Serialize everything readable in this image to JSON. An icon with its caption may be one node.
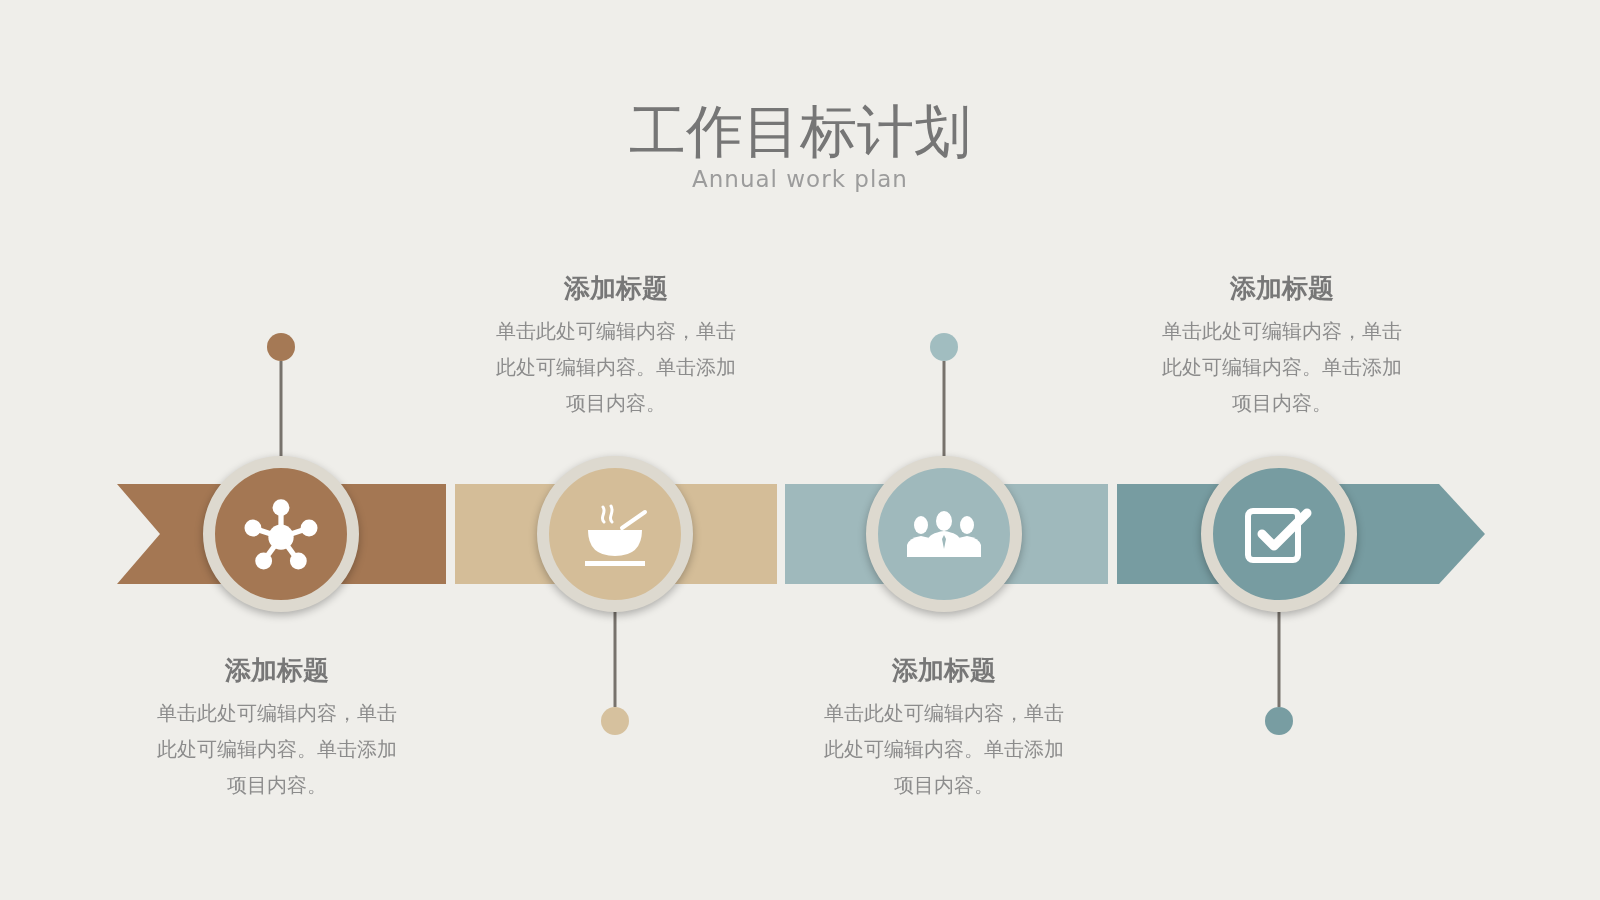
{
  "diagram": {
    "title": "工作目标计划",
    "nodes": [
      {
        "text": [],
        "shape": "circle",
        "beside": [
          "添加标题",
          "单击此处可编辑内容，单击此处可编辑内容。单击添加项目内容。"
        ]
      },
      {
        "text": [],
        "shape": "circle"
      },
      {
        "text": [],
        "shape": "circle",
        "beside": [
          "添加标题",
          "单击此处可编辑内容，单击此处可编辑内容。单击添加项目内容。"
        ]
      },
      {
        "text": [],
        "shape": "circle"
      },
      {
        "text": [],
        "shape": "circle",
        "beside": [
          "添加标题",
          "单击此处可编辑内容，单击此处可编辑内容。单击添加项目内容。"
        ]
      },
      {
        "text": [],
        "shape": "circle"
      },
      {
        "text": [],
        "shape": "circle",
        "beside": [
          "添加标题",
          "单击此处可编辑内容，单击此处可编辑内容。单击添加项目内容。"
        ]
      },
      {
        "text": [],
        "shape": "circle"
      }
    ],
    "edges": [
      {
        "from": 0,
        "to": 1,
        "arrow": "none"
      },
      {
        "from": 2,
        "to": 3,
        "arrow": "none"
      },
      {
        "from": 4,
        "to": 5,
        "arrow": "none"
      },
      {
        "from": 6,
        "to": 7,
        "arrow": "none"
      }
    ],
    "labels": [
      "Annual work plan"
    ]
  }
}
